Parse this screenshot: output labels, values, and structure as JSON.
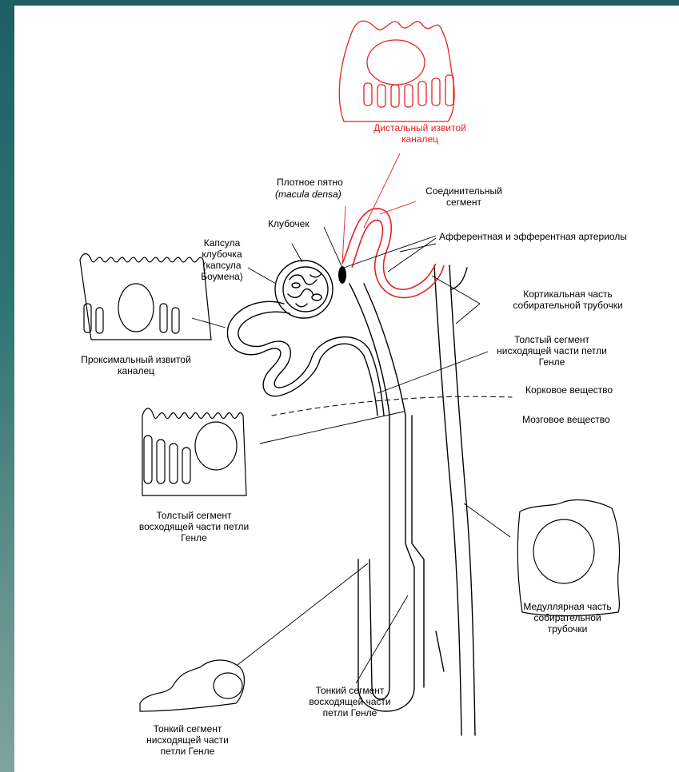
{
  "colors": {
    "highlight": "#e52222",
    "ink": "#000000",
    "side_band": "#2f7572"
  },
  "labels": {
    "distal_tubule": "Дистальный извитой каналец",
    "macula_densa_title": "Плотное пятно",
    "macula_densa_latin": "(macula densa)",
    "connecting_segment": "Соединительный сегмент",
    "glomerulus": "Клубочек",
    "bowman_capsule": "Капсула клубочка (капсула Боумена)",
    "arterioles": "Афферентная и эфферентная артериолы",
    "proximal_tubule": "Проксимальный извитой каналец",
    "cortical_collecting_duct": "Кортикальная часть собирательной трубочки",
    "thick_descending": "Толстый сегмент нисходящей части петли Генле",
    "cortex": "Корковое вещество",
    "medulla": "Мозговое вещество",
    "thick_ascending": "Толстый сегмент восходящей части петли Генле",
    "medullary_collecting_duct": "Медуллярная часть собирательной трубочки",
    "thin_ascending": "Тонкий сегмент восходящей части петли Генле",
    "thin_descending": "Тонкий сегмент нисходящей части петли Генле"
  }
}
